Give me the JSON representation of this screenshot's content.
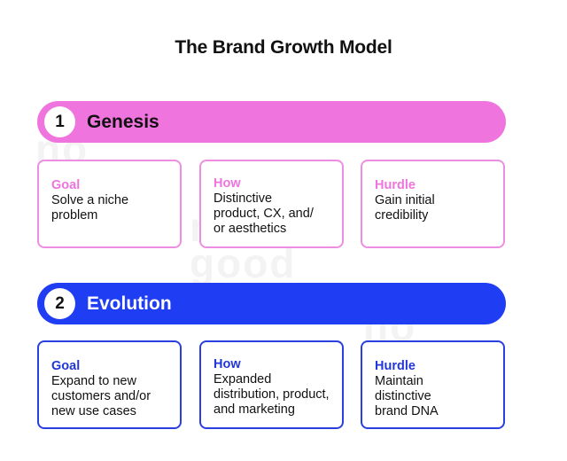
{
  "title": "The Brand Growth Model",
  "watermark": {
    "line1": "no",
    "line2": "good"
  },
  "colors": {
    "genesis_bar": "#ef74de",
    "genesis_text": "#ef74de",
    "genesis_border": "#ee8ee2",
    "evolution_bar": "#1f3df3",
    "evolution_text": "#2236d9",
    "evolution_border": "#2a3fe0"
  },
  "stages": [
    {
      "number": "1",
      "name": "Genesis",
      "cards": [
        {
          "label": "Goal",
          "text": "Solve a niche\nproblem"
        },
        {
          "label": "How",
          "text": "Distinctive\nproduct, CX, and/\nor aesthetics"
        },
        {
          "label": "Hurdle",
          "text": "Gain initial\ncredibility"
        }
      ]
    },
    {
      "number": "2",
      "name": "Evolution",
      "cards": [
        {
          "label": "Goal",
          "text": "Expand to new\ncustomers and/or\nnew use cases"
        },
        {
          "label": "How",
          "text": "Expanded\ndistribution, product,\nand marketing"
        },
        {
          "label": "Hurdle",
          "text": "Maintain\ndistinctive\nbrand DNA"
        }
      ]
    }
  ]
}
